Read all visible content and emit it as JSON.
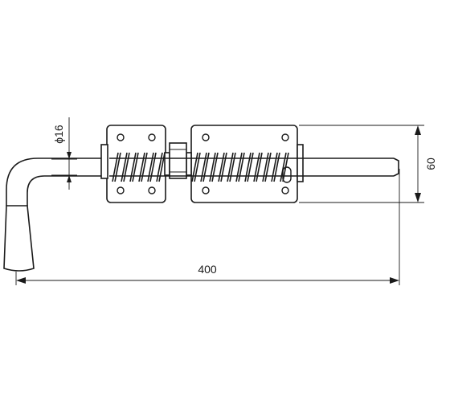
{
  "dimensions": {
    "length": "400",
    "height": "60",
    "diameter": "ϕ16"
  },
  "colors": {
    "line": "#1a1a1a",
    "background": "#ffffff"
  }
}
